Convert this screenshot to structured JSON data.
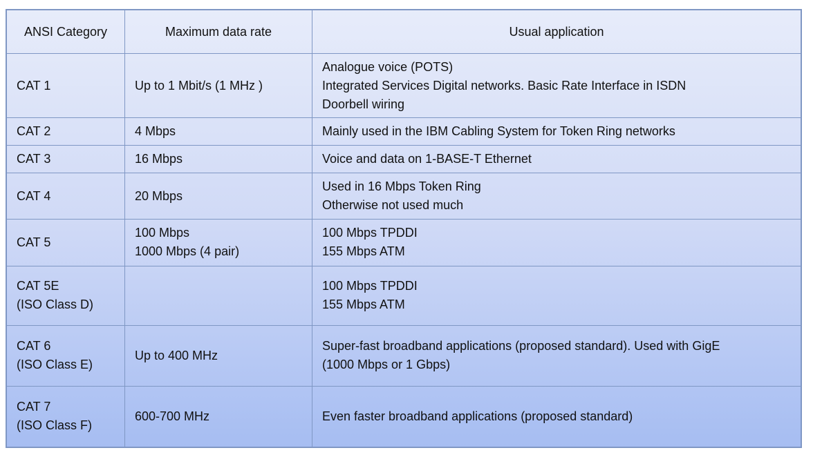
{
  "table": {
    "headers": [
      "ANSI Category",
      "Maximum data rate",
      "Usual application"
    ],
    "rows": [
      {
        "category": [
          "CAT 1"
        ],
        "rate": [
          "Up to 1 Mbit/s (1 MHz )"
        ],
        "application": [
          "Analogue  voice (POTS)",
          "Integrated Services Digital networks. Basic Rate Interface in ISDN",
          "Doorbell wiring"
        ]
      },
      {
        "category": [
          "CAT 2"
        ],
        "rate": [
          "4 Mbps"
        ],
        "application": [
          "Mainly used in the IBM Cabling System for Token Ring  networks"
        ]
      },
      {
        "category": [
          "CAT 3"
        ],
        "rate": [
          "16 Mbps"
        ],
        "application": [
          "Voice and data on 1-BASE-T Ethernet"
        ]
      },
      {
        "category": [
          "CAT 4"
        ],
        "rate": [
          "20 Mbps"
        ],
        "application": [
          "Used in 16 Mbps Token Ring",
          "Otherwise not used much"
        ]
      },
      {
        "category": [
          "CAT 5"
        ],
        "rate": [
          "100 Mbps",
          "1000 Mbps (4 pair)"
        ],
        "application": [
          "100 Mbps TPDDI",
          "155 Mbps ATM"
        ]
      },
      {
        "category": [
          "CAT 5E",
          "(ISO Class D)"
        ],
        "rate": [],
        "application": [
          "100 Mbps TPDDI",
          "155 Mbps ATM"
        ]
      },
      {
        "category": [
          "CAT 6",
          "(ISO Class E)"
        ],
        "rate": [
          "Up to 400 MHz"
        ],
        "application": [
          "Super-fast broadband applications (proposed standard).  Used with GigE",
          "(1000 Mbps or 1 Gbps)"
        ]
      },
      {
        "category": [
          "CAT 7",
          "(ISO Class F)"
        ],
        "rate": [
          "600-700 MHz"
        ],
        "application": [
          "Even faster broadband applications (proposed standard)"
        ]
      }
    ]
  }
}
